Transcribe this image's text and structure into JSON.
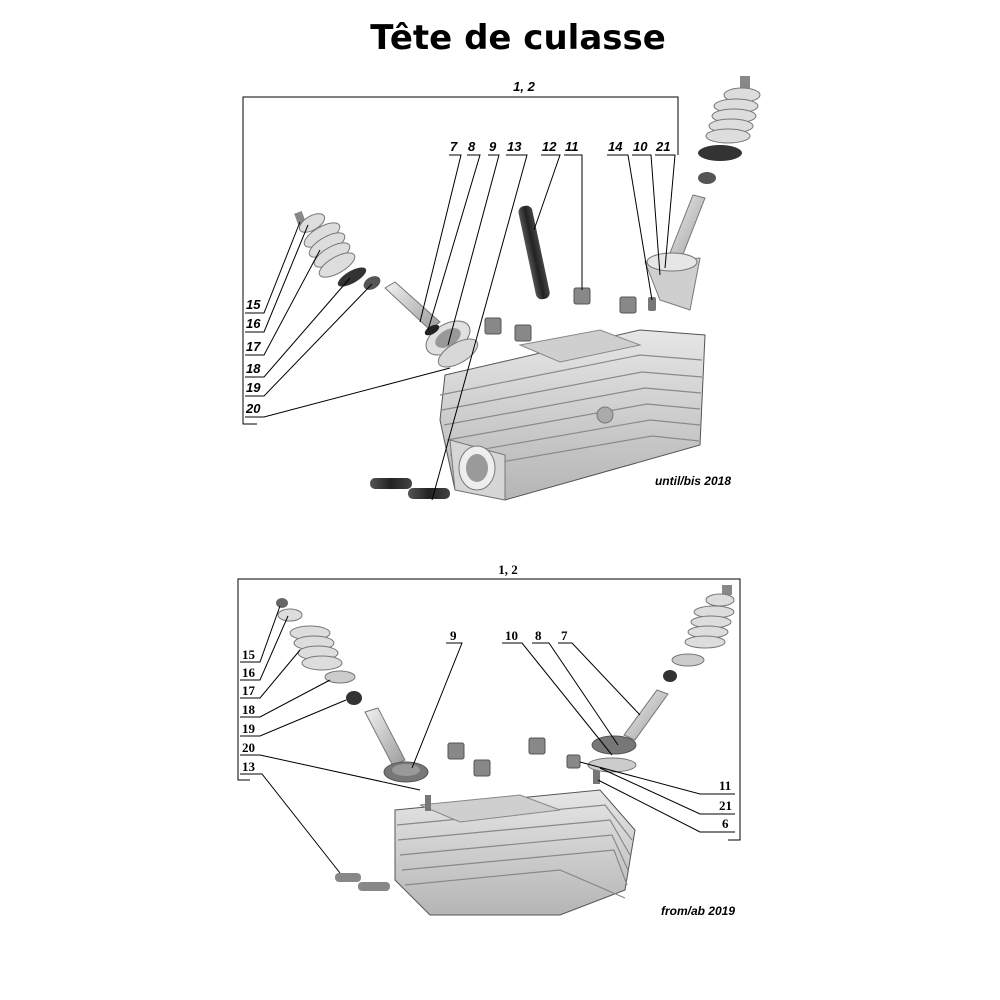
{
  "title": "Tête de culasse",
  "diagram_top": {
    "group_label": "1, 2",
    "caption": "until/bis 2018",
    "callouts_top": [
      "7",
      "8",
      "9",
      "13",
      "12",
      "11",
      "14",
      "10",
      "21"
    ],
    "callouts_left": [
      "15",
      "16",
      "17",
      "18",
      "19",
      "20"
    ]
  },
  "diagram_bottom": {
    "group_label": "1, 2",
    "caption": "from/ab 2019",
    "callouts_left": [
      "15",
      "16",
      "17",
      "18",
      "19",
      "20",
      "13"
    ],
    "callouts_top": [
      "9",
      "10",
      "8",
      "7"
    ],
    "callouts_right": [
      "11",
      "21",
      "6"
    ]
  }
}
